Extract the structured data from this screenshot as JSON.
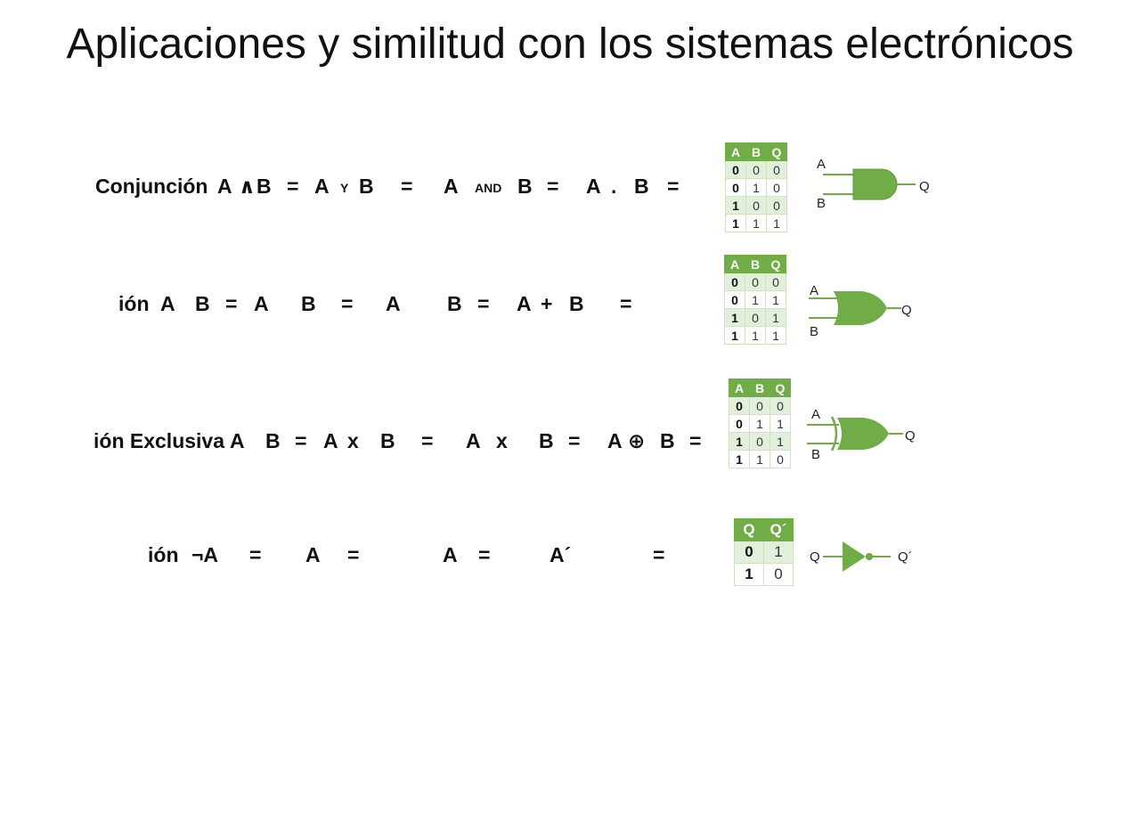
{
  "slide": {
    "title": "Aplicaciones  y similitud con los sistemas electrónicos"
  },
  "rows": [
    {
      "name": "conjuncion",
      "tokens": [
        "Conjunción",
        "A",
        "∧",
        "B",
        "=",
        "A",
        "Y",
        "B",
        "=",
        "A",
        "AND",
        "B",
        "=",
        "A",
        ".",
        "B",
        "="
      ],
      "table": {
        "headers": [
          "A",
          "B",
          "Q"
        ],
        "rows": [
          [
            "0",
            "0",
            "0"
          ],
          [
            "0",
            "1",
            "0"
          ],
          [
            "1",
            "0",
            "0"
          ],
          [
            "1",
            "1",
            "1"
          ]
        ]
      },
      "gate": {
        "type": "AND",
        "inputs": [
          "A",
          "B"
        ],
        "output": "Q"
      }
    },
    {
      "name": "disyuncion",
      "tokens": [
        "ión",
        "A",
        "B",
        "=",
        "A",
        "B",
        "=",
        "A",
        "B",
        "=",
        "A",
        "+",
        "B",
        "="
      ],
      "table": {
        "headers": [
          "A",
          "B",
          "Q"
        ],
        "rows": [
          [
            "0",
            "0",
            "0"
          ],
          [
            "0",
            "1",
            "1"
          ],
          [
            "1",
            "0",
            "1"
          ],
          [
            "1",
            "1",
            "1"
          ]
        ]
      },
      "gate": {
        "type": "OR",
        "inputs": [
          "A",
          "B"
        ],
        "output": "Q"
      }
    },
    {
      "name": "disyuncion-exclusiva",
      "tokens": [
        "ión Exclusiva",
        "A",
        "B",
        "=",
        "A",
        "x",
        "B",
        "=",
        "A",
        "x",
        "B",
        "=",
        "A",
        "⊕",
        "B",
        "="
      ],
      "table": {
        "headers": [
          "A",
          "B",
          "Q"
        ],
        "rows": [
          [
            "0",
            "0",
            "0"
          ],
          [
            "0",
            "1",
            "1"
          ],
          [
            "1",
            "0",
            "1"
          ],
          [
            "1",
            "1",
            "0"
          ]
        ]
      },
      "gate": {
        "type": "XOR",
        "inputs": [
          "A",
          "B"
        ],
        "output": "Q"
      }
    },
    {
      "name": "negacion",
      "tokens": [
        "ión",
        "¬A",
        "=",
        "A",
        "=",
        "A",
        "=",
        "A´",
        "="
      ],
      "table": {
        "headers": [
          "Q",
          "Q´"
        ],
        "rows": [
          [
            "0",
            "1"
          ],
          [
            "1",
            "0"
          ]
        ]
      },
      "gate": {
        "type": "NOT",
        "inputs": [
          "Q"
        ],
        "output": "Q´"
      }
    }
  ],
  "colors": {
    "accent_green": "#70ad47",
    "row_tint": "#e2efda",
    "text": "#111111"
  }
}
